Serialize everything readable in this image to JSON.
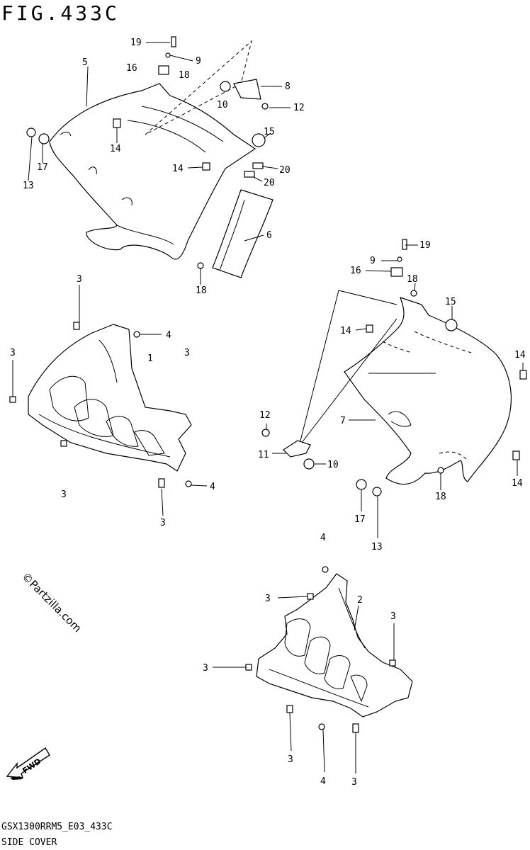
{
  "header": {
    "figure_title": "FIG.433C"
  },
  "footer": {
    "drawing_code": "GSX1300RRM5_E03_433C",
    "section_name": "SIDE COVER"
  },
  "watermark": {
    "text": "©Partzilla.com"
  },
  "fwd_badge": {
    "text": "FWD"
  },
  "callouts": {
    "c1": "19",
    "c2": "9",
    "c3": "5",
    "c4": "16",
    "c5": "18",
    "c6": "8",
    "c7": "10",
    "c8": "12",
    "c9": "14",
    "c10": "15",
    "c11": "17",
    "c12": "13",
    "c13": "14",
    "c14": "20",
    "c15": "20",
    "c16": "6",
    "c17": "18",
    "c18": "19",
    "c19": "9",
    "c20": "16",
    "c21": "18",
    "c22": "15",
    "c23": "14",
    "c24": "14",
    "c25": "7",
    "c26": "12",
    "c27": "11",
    "c28": "10",
    "c29": "14",
    "c30": "17",
    "c31": "18",
    "c32": "13",
    "c33": "4",
    "c34": "3",
    "c35": "4",
    "c36": "1",
    "c37": "3",
    "c38": "3",
    "c39": "4",
    "c40": "3",
    "c41": "3",
    "c42": "3",
    "c43": "2",
    "c44": "3",
    "c45": "3",
    "c46": "3",
    "c47": "4",
    "c48": "3"
  }
}
